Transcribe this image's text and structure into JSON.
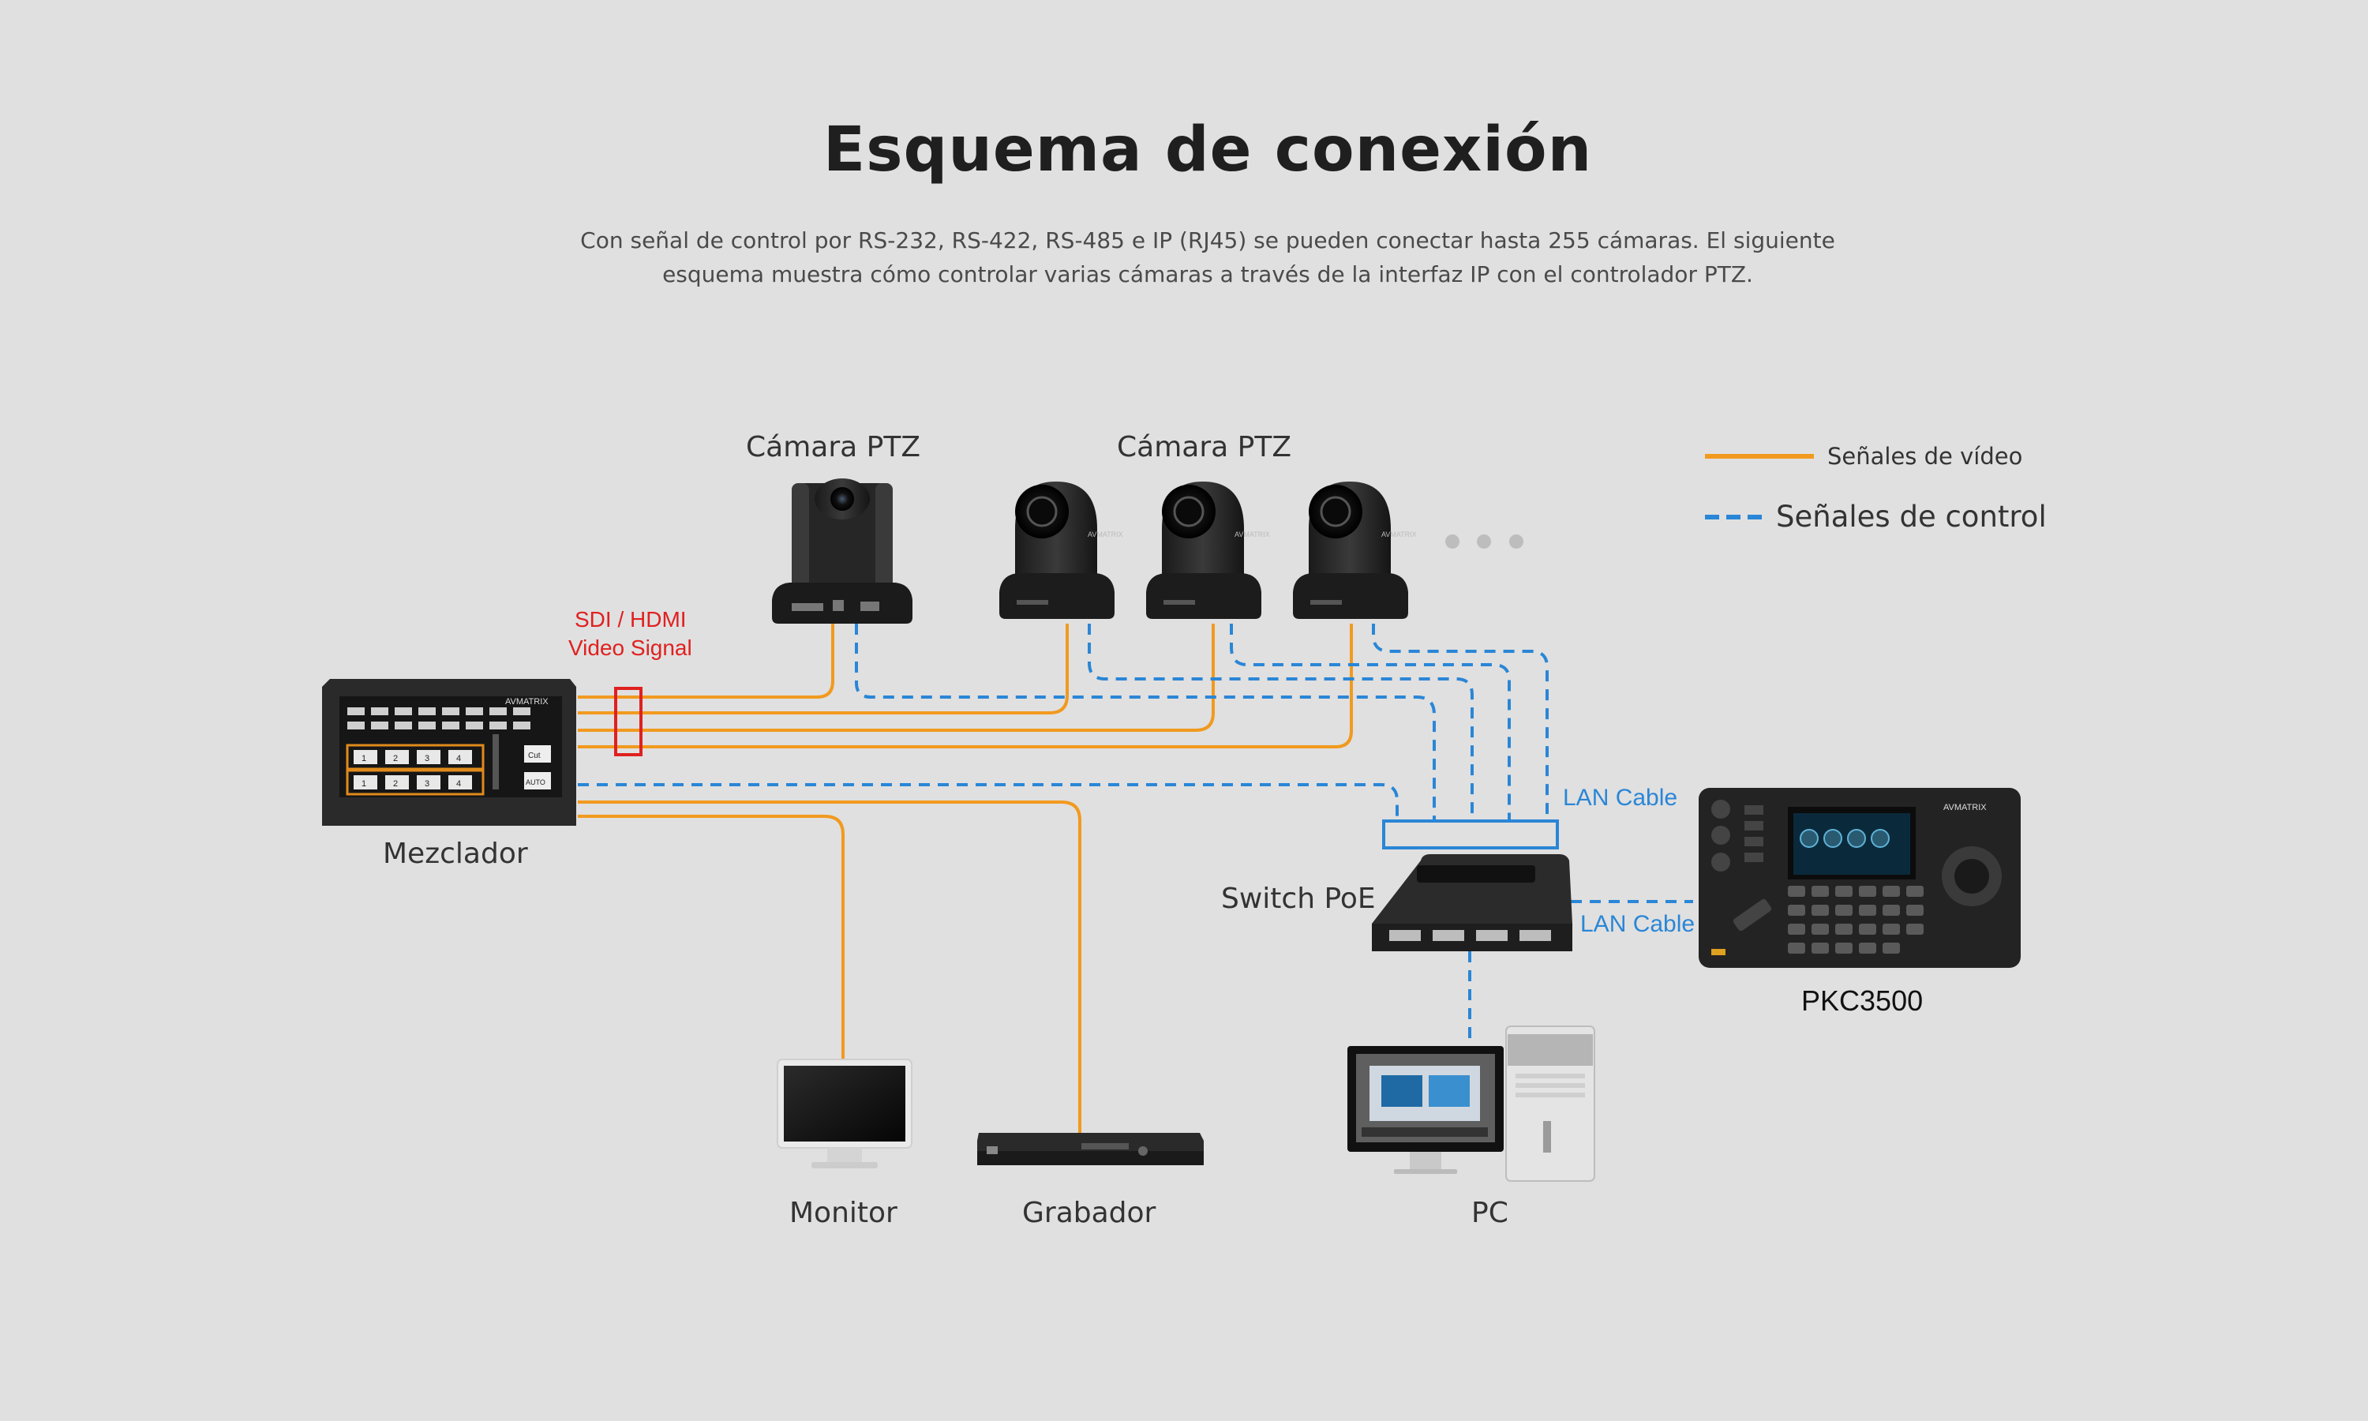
{
  "header": {
    "title": "Esquema de conexión",
    "subtitle_line1": "Con señal de control por RS-232, RS-422, RS-485 e IP (RJ45) se pueden conectar hasta 255 cámaras. El siguiente",
    "subtitle_line2": "esquema muestra cómo controlar varias cámaras a través de la interfaz IP con el controlador PTZ."
  },
  "legend": {
    "video_label": "Señales de vídeo",
    "control_label": "Señales de control"
  },
  "labels": {
    "camera_single": "Cámara PTZ",
    "camera_group": "Cámara PTZ",
    "mixer": "Mezclador",
    "signal_line1": "SDI / HDMI",
    "signal_line2": "Video Signal",
    "lan_cable_top": "LAN Cable",
    "lan_cable_right": "LAN Cable",
    "switch": "Switch PoE",
    "controller": "PKC3500",
    "monitor": "Monitor",
    "recorder": "Grabador",
    "pc": "PC"
  },
  "device_text": {
    "brand": "AVMATRIX",
    "mixer_cut": "Cut",
    "mixer_auto": "AUTO",
    "mixer_keys": [
      "1",
      "2",
      "3",
      "4"
    ]
  },
  "colors": {
    "background": "#e0e0e0",
    "video_signal": "#f19a1f",
    "control_signal": "#2a86d6",
    "highlight_red": "#e02020"
  }
}
